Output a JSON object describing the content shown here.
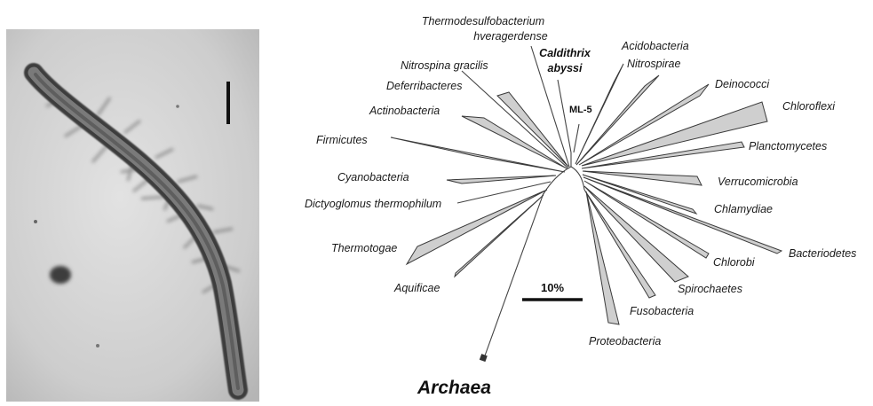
{
  "tree": {
    "taxa": [
      {
        "id": "thermodesulfobacterium",
        "lines": [
          "Thermodesulfobacterium",
          "hveragerdense"
        ],
        "style": "italic",
        "shape": "line"
      },
      {
        "id": "caldithrix",
        "lines": [
          "Caldithrix",
          "abyssi"
        ],
        "style": "bold-italic",
        "shape": "line"
      },
      {
        "id": "ml5",
        "lines": [
          "ML-5"
        ],
        "style": "bold",
        "shape": "line"
      },
      {
        "id": "acidobacteria",
        "lines": [
          "Acidobacteria"
        ],
        "style": "italic",
        "shape": "wedge"
      },
      {
        "id": "nitrospirae",
        "lines": [
          "Nitrospirae"
        ],
        "style": "italic",
        "shape": "wedge"
      },
      {
        "id": "deinococci",
        "lines": [
          "Deinococci"
        ],
        "style": "italic",
        "shape": "wedge"
      },
      {
        "id": "chloroflexi",
        "lines": [
          "Chloroflexi"
        ],
        "style": "italic",
        "shape": "wedge"
      },
      {
        "id": "planctomycetes",
        "lines": [
          "Planctomycetes"
        ],
        "style": "italic",
        "shape": "wedge"
      },
      {
        "id": "verrucomicrobia",
        "lines": [
          "Verrucomicrobia"
        ],
        "style": "italic",
        "shape": "wedge"
      },
      {
        "id": "chlamydiae",
        "lines": [
          "Chlamydiae"
        ],
        "style": "italic",
        "shape": "wedge"
      },
      {
        "id": "bacteriodetes",
        "lines": [
          "Bacteriodetes"
        ],
        "style": "italic",
        "shape": "wedge"
      },
      {
        "id": "chlorobi",
        "lines": [
          "Chlorobi"
        ],
        "style": "italic",
        "shape": "wedge"
      },
      {
        "id": "spirochaetes",
        "lines": [
          "Spirochaetes"
        ],
        "style": "italic",
        "shape": "wedge"
      },
      {
        "id": "fusobacteria",
        "lines": [
          "Fusobacteria"
        ],
        "style": "italic",
        "shape": "wedge"
      },
      {
        "id": "proteobacteria",
        "lines": [
          "Proteobacteria"
        ],
        "style": "italic",
        "shape": "wedge"
      },
      {
        "id": "nitrospina",
        "lines": [
          "Nitrospina gracilis"
        ],
        "style": "italic",
        "shape": "line"
      },
      {
        "id": "deferribacteres",
        "lines": [
          "Deferribacteres"
        ],
        "style": "italic",
        "shape": "wedge"
      },
      {
        "id": "actinobacteria",
        "lines": [
          "Actinobacteria"
        ],
        "style": "italic",
        "shape": "wedge"
      },
      {
        "id": "firmicutes",
        "lines": [
          "Firmicutes"
        ],
        "style": "italic",
        "shape": "wedge"
      },
      {
        "id": "cyanobacteria",
        "lines": [
          "Cyanobacteria"
        ],
        "style": "italic",
        "shape": "wedge"
      },
      {
        "id": "dictyoglomus",
        "lines": [
          "Dictyoglomus thermophilum"
        ],
        "style": "italic",
        "shape": "line"
      },
      {
        "id": "thermotogae",
        "lines": [
          "Thermotogae"
        ],
        "style": "italic",
        "shape": "wedge"
      },
      {
        "id": "aquificae",
        "lines": [
          "Aquificae"
        ],
        "style": "italic",
        "shape": "wedge"
      }
    ],
    "root_label": "Archaea",
    "scale_bar_label": "10%"
  },
  "micrograph": {
    "scale_bar": true
  },
  "colors": {
    "wedge_fill": "#cfcfcf",
    "line": "#3a3a3a"
  }
}
